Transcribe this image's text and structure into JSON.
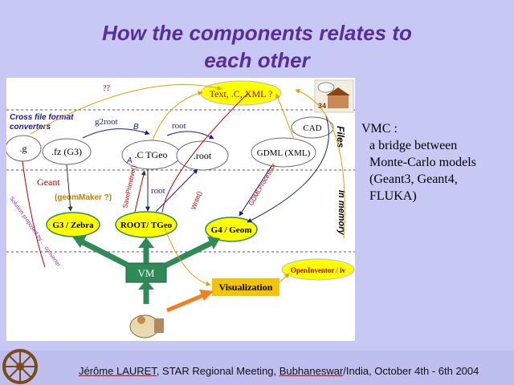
{
  "title": {
    "line1": "How the components relates to",
    "line2": "each other"
  },
  "diagram": {
    "qq": "??",
    "text_box": "Text, .C, XML ?",
    "cross_label_1": "Cross file format",
    "cross_label_2": "converters",
    "node_g": ".g",
    "node_fz": ".fz (G3)",
    "node_ctgeo": ".C TGeo",
    "node_root": ".root",
    "node_gdml": "GDML (XML)",
    "node_cad": "CAD",
    "files": "Files",
    "in_memory": "In memory",
    "g2root": "g2root",
    "root_top": "root",
    "root_mid": "root",
    "letter_b": "B",
    "letter_a": "A",
    "geant": "Geant",
    "geommaker": "(geomMaker ?)",
    "node_g3": "G3 / Zebra",
    "node_rootgeo": "ROOT/ TGeo",
    "node_g4": "G4 / Geom",
    "node_vm": "VM",
    "node_oi": "OpenInventor / iv",
    "node_vis": "Visualization",
    "rot_savepri": "SavePrimitive()",
    "rot_write": "Write()",
    "rot_gdmlproc": "GDMLProcessor",
    "rot_left": "Solution proposed by ... converter"
  },
  "vmc": {
    "line1": "VMC :",
    "line2": "a bridge between",
    "line3": "Monte-Carlo models",
    "line4": "(Geant3, Geant4,",
    "line5": "FLUKA)"
  },
  "footer": {
    "name": "Jérôme LAURET",
    "mid": ", STAR Regional Meeting, ",
    "city": "Bubhaneswar",
    "rest": "/India, October 4th - 6th 2004"
  },
  "colors": {
    "title": "#5a2e9a",
    "background": "#c8c8f4",
    "yellow": "#ffff00",
    "green": "#2e8b57"
  }
}
